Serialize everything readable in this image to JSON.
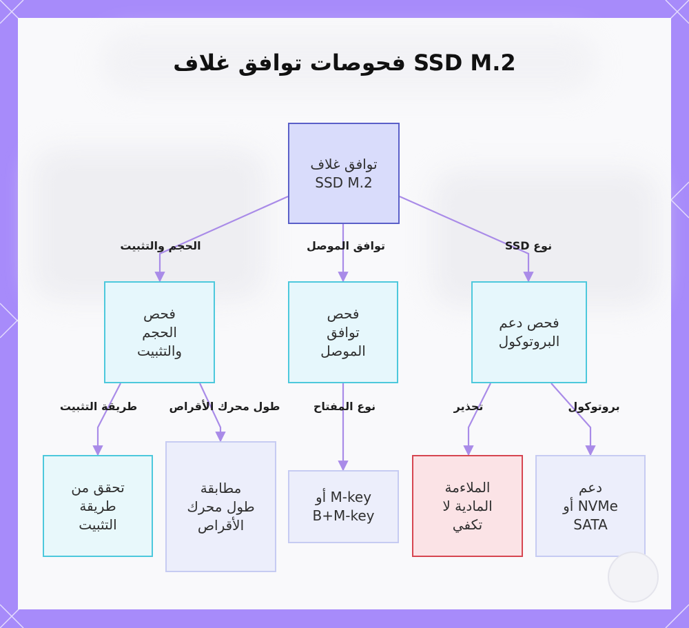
{
  "title": "فحوصات توافق غلاف SSD M.2",
  "colors": {
    "frame": "#a78bfa",
    "root_fill": "#d9dcfb",
    "root_border": "#5a5fc8",
    "mid_border": "#4cc8dc",
    "leaf_border": "#c6cbf2",
    "warning_border": "#d64550",
    "edge": "#a98be8"
  },
  "nodes": {
    "root": {
      "line1": "توافق غلاف",
      "line2": "SSD M.2"
    },
    "protocol_check": {
      "line1": "فحص دعم",
      "line2": "البروتوكول"
    },
    "connector_check": {
      "line1": "فحص",
      "line2": "توافق",
      "line3": "الموصل"
    },
    "size_check": {
      "line1": "فحص",
      "line2": "الحجم",
      "line3": "والتثبيت"
    },
    "nvme_sata": {
      "line1": "دعم",
      "line2": "NVMe أو",
      "line3": "SATA"
    },
    "physical_warning": {
      "line1": "الملاءمة",
      "line2": "المادية لا",
      "line3": "تكفي"
    },
    "key_type": {
      "line1": "M-key أو",
      "line2": "B+M-key"
    },
    "drive_length": {
      "line1": "مطابقة",
      "line2": "طول محرك",
      "line3": "الأقراص"
    },
    "mounting": {
      "line1": "تحقق من",
      "line2": "طريقة",
      "line3": "التثبيت"
    }
  },
  "edge_labels": {
    "ssd_type": "نوع SSD",
    "connector": "توافق الموصل",
    "size_mount": "الحجم والتثبيت",
    "protocol": "بروتوكول",
    "warning": "تحذير",
    "key_type": "نوع المفتاح",
    "drive_length": "طول محرك الأقراص",
    "mount_method": "طريقة التثبيت"
  }
}
